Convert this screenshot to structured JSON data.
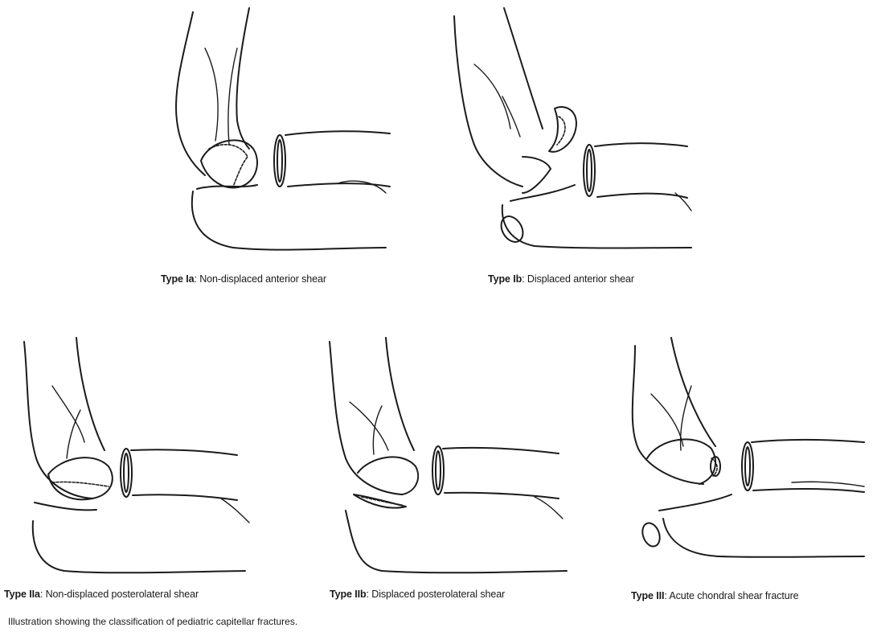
{
  "panels": [
    {
      "type_label": "Type Ia",
      "description": ": Non-displaced anterior shear"
    },
    {
      "type_label": "Type Ib",
      "description": ": Displaced anterior shear"
    },
    {
      "type_label": "Type IIa",
      "description": ": Non-displaced posterolateral shear"
    },
    {
      "type_label": "Type IIb",
      "description": ": Displaced posterolateral shear"
    },
    {
      "type_label": "Type III",
      "description": ": Acute chondral shear fracture"
    }
  ],
  "figure_caption": "Illustration showing the classification of pediatric capitellar fractures."
}
